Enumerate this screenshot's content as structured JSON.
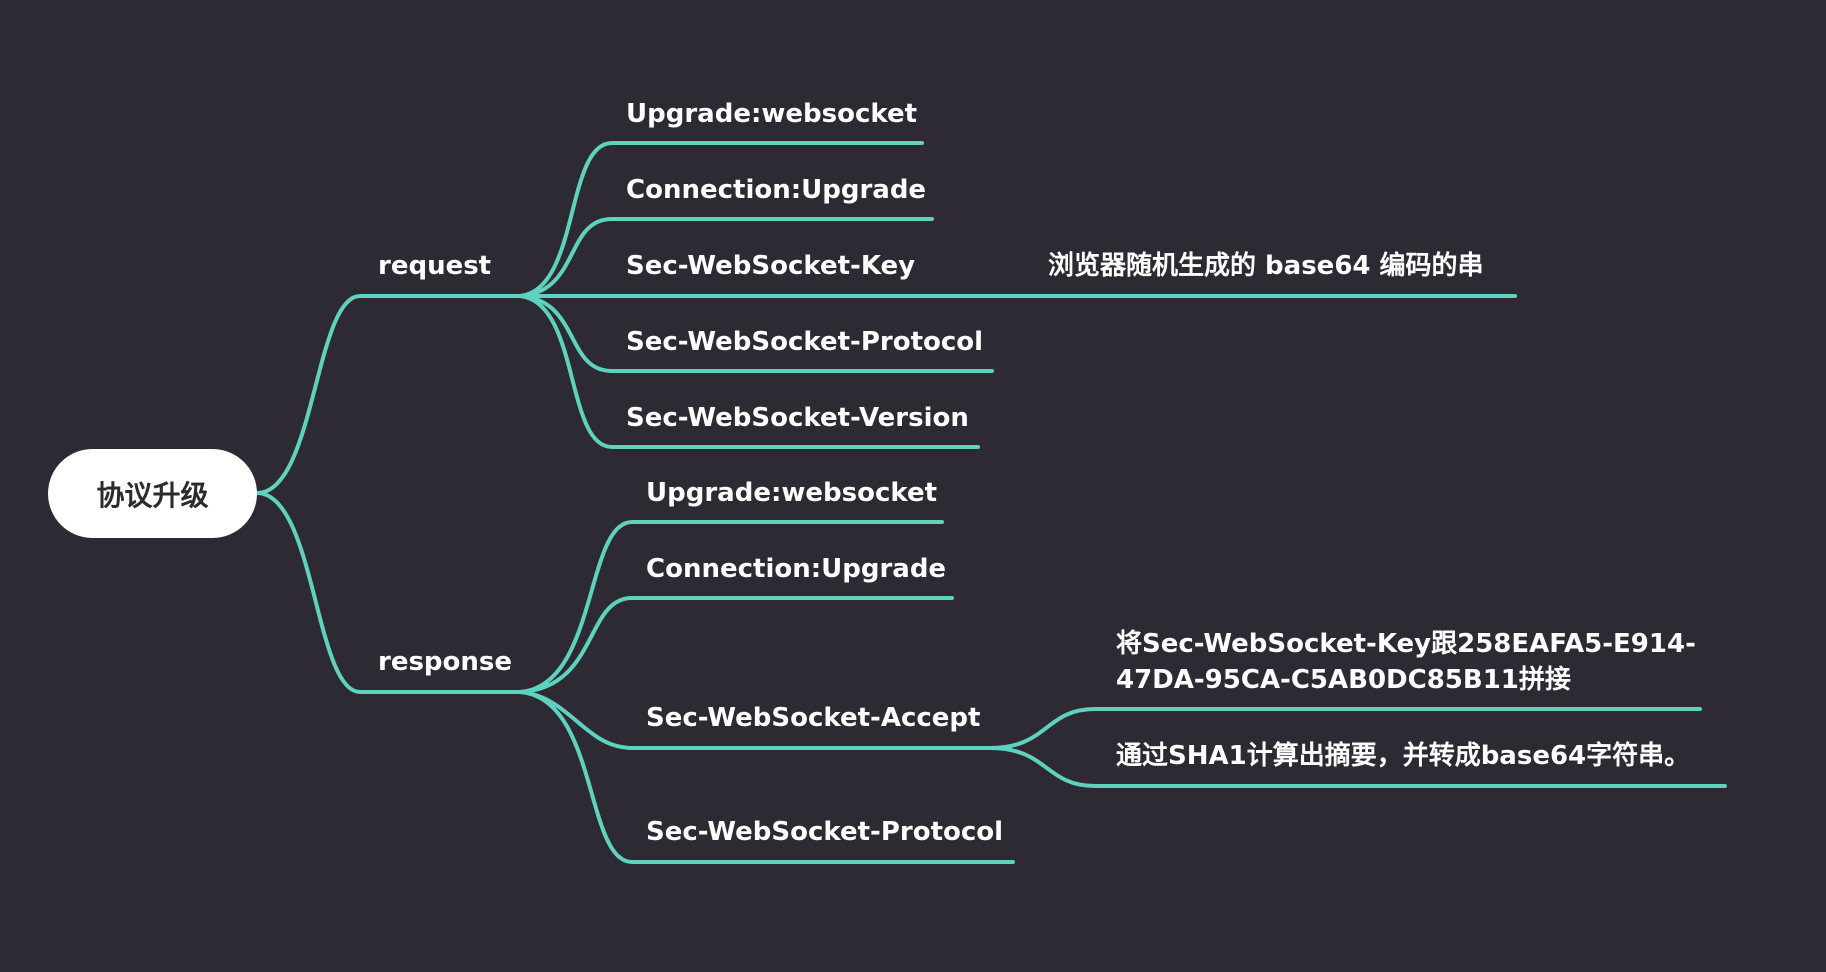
{
  "root": {
    "label": "协议升级"
  },
  "request": {
    "label": "request",
    "children": [
      {
        "label": "Upgrade:websocket"
      },
      {
        "label": "Connection:Upgrade"
      },
      {
        "label": "Sec-WebSocket-Key",
        "note": "浏览器随机生成的 base64 编码的串"
      },
      {
        "label": "Sec-WebSocket-Protocol"
      },
      {
        "label": "Sec-WebSocket-Version"
      }
    ]
  },
  "response": {
    "label": "response",
    "children": [
      {
        "label": "Upgrade:websocket"
      },
      {
        "label": "Connection:Upgrade"
      },
      {
        "label": "Sec-WebSocket-Accept",
        "children": [
          {
            "label": "将Sec-WebSocket-Key跟258EAFA5-E914-47DA-95CA-C5AB0DC85B11拼接"
          },
          {
            "label": "通过SHA1计算出摘要，并转成base64字符串。"
          }
        ]
      },
      {
        "label": "Sec-WebSocket-Protocol"
      }
    ]
  },
  "colors": {
    "background": "#2e2a33",
    "branch": "#5fd1bf",
    "root_fill": "#ffffff",
    "text": "#ffffff"
  }
}
